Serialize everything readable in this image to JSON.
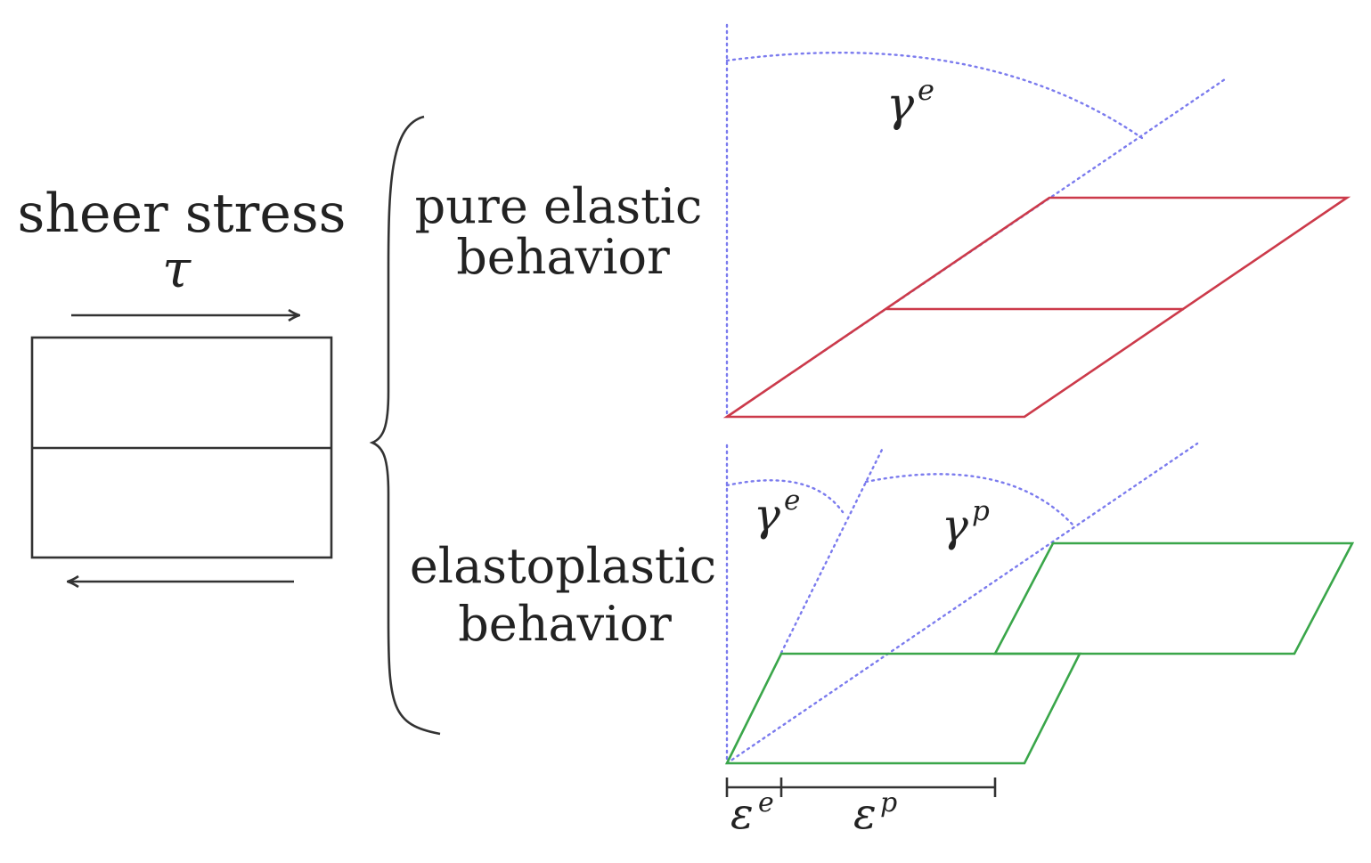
{
  "stress": {
    "title": "sheer stress",
    "symbol": "τ"
  },
  "behaviors": {
    "elastic": {
      "line1": "pure elastic",
      "line2": "behavior"
    },
    "elastoplastic": {
      "line1": "elastoplastic",
      "line2": "behavior"
    }
  },
  "angles": {
    "elastic_gamma": {
      "base": "γ",
      "sup": "e"
    },
    "plastic_gamma_e": {
      "base": "γ",
      "sup": "e"
    },
    "plastic_gamma_p": {
      "base": "γ",
      "sup": "p"
    }
  },
  "strains": {
    "elastic": {
      "base": "ε",
      "sup": "e"
    },
    "plastic": {
      "base": "ε",
      "sup": "p"
    }
  },
  "colors": {
    "outline": "#333333",
    "elastic": "#cc3a4a",
    "elastoplastic": "#3aa64a",
    "guides": "#7b7bee"
  }
}
